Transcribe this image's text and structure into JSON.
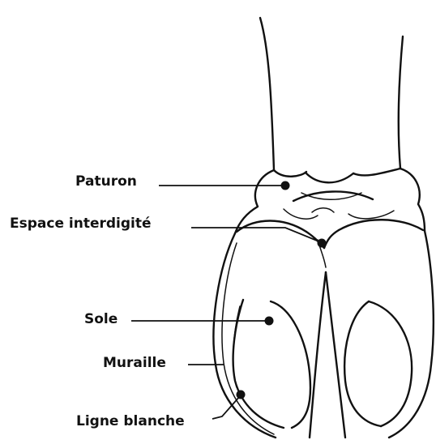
{
  "diagram": {
    "labels": {
      "paturon": "Paturon",
      "espace_interdigite": "Espace interdigité",
      "sole": "Sole",
      "muraille": "Muraille",
      "ligne_blanche": "Ligne blanche"
    }
  }
}
